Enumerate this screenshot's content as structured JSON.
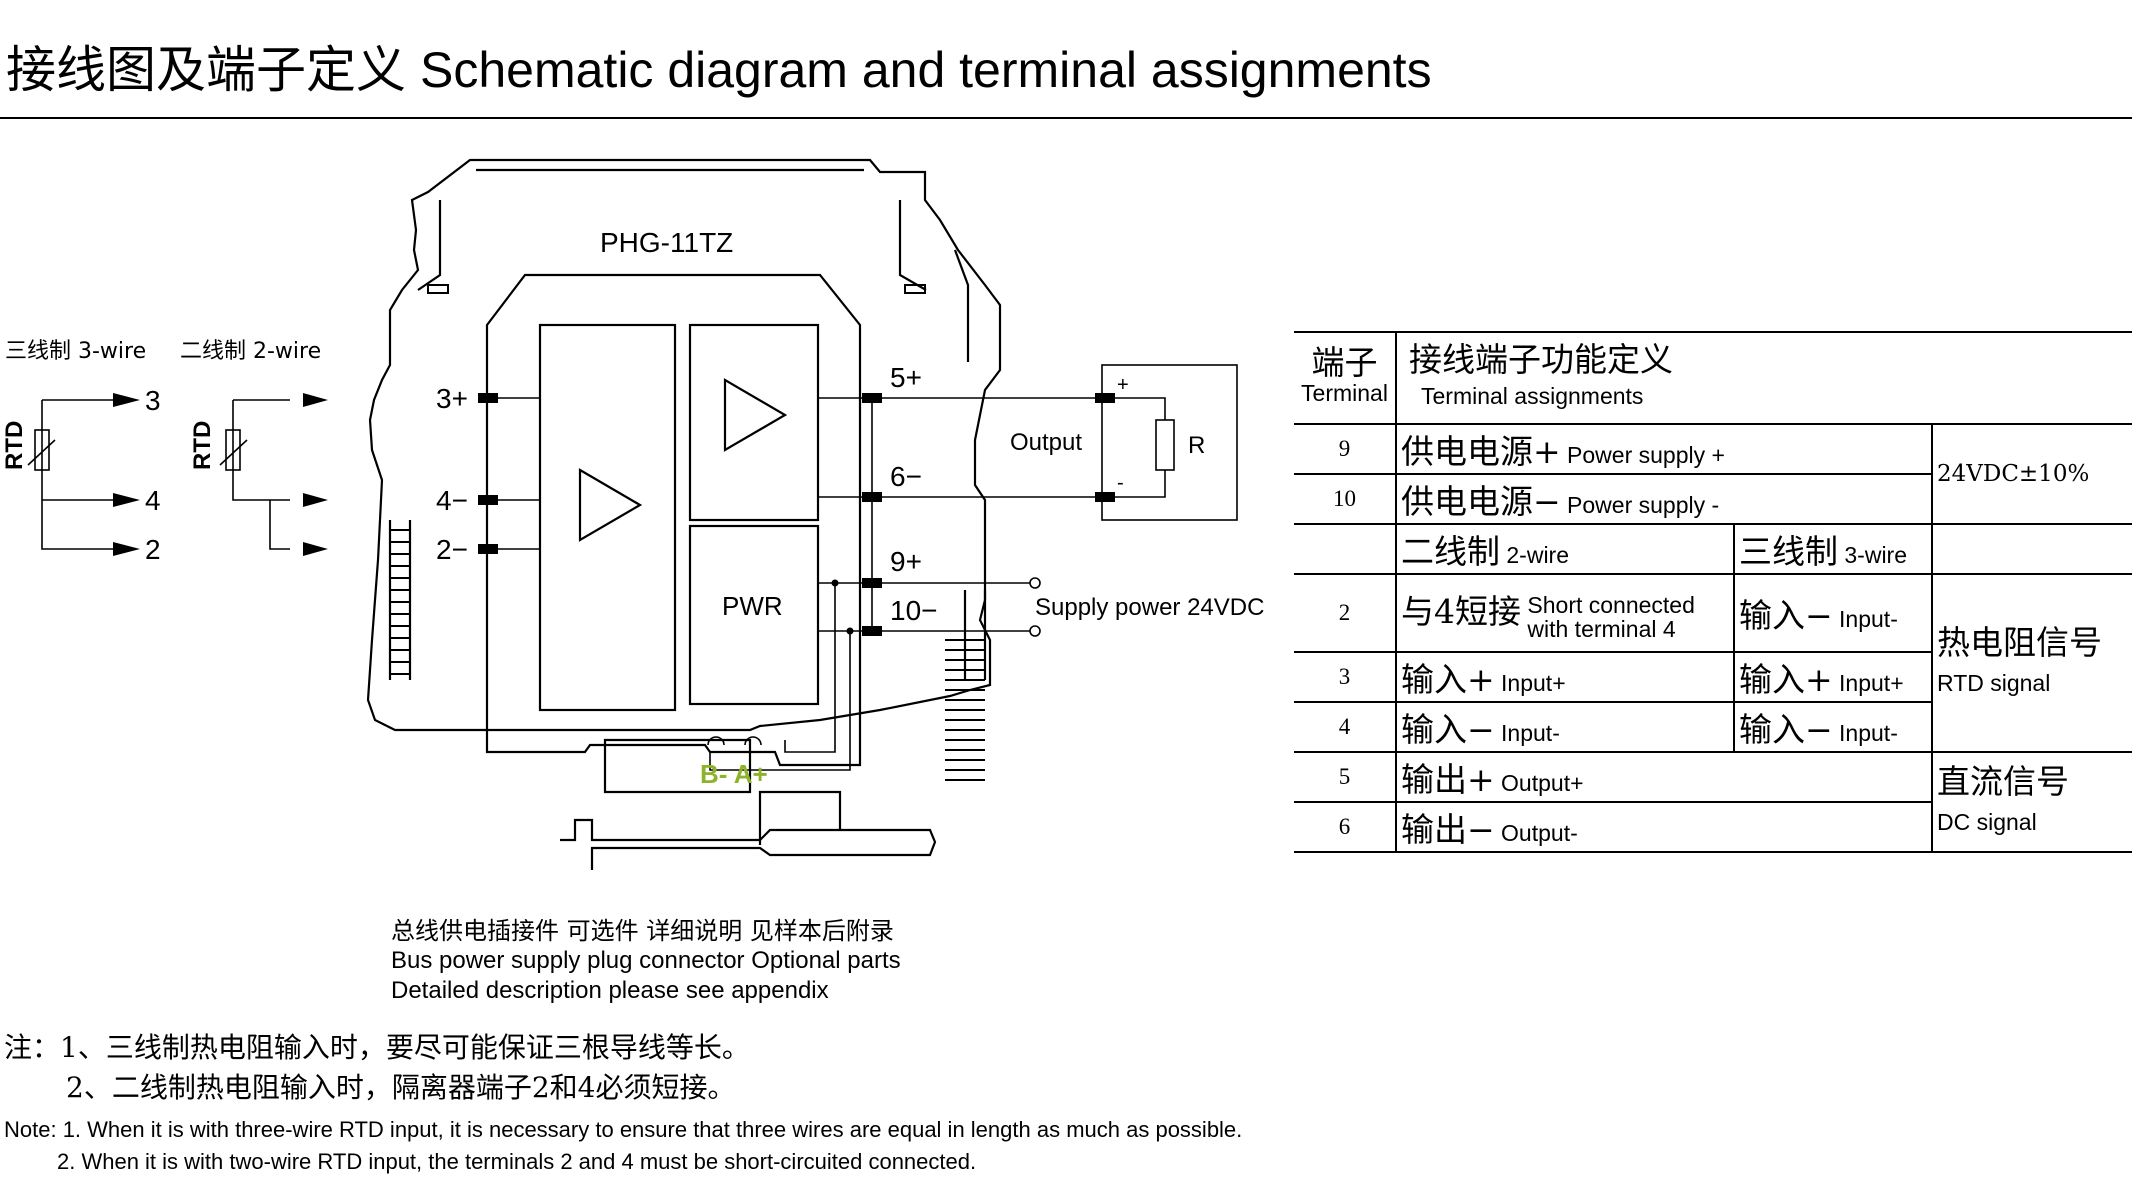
{
  "title": {
    "cn": "接线图及端子定义",
    "en": "Schematic diagram and terminal assignments"
  },
  "diagram": {
    "model": "PHG-11TZ",
    "three_wire_label": "三线制 3-wire",
    "two_wire_label": "二线制 2-wire",
    "rtd_label": "RTD",
    "left_terminals": [
      "3",
      "4",
      "2"
    ],
    "module_inputs": [
      "3+",
      "4−",
      "2−"
    ],
    "module_outputs": [
      "5+",
      "6−",
      "9+",
      "10−"
    ],
    "pwr_label": "PWR",
    "output_label": "Output",
    "load_label": "R",
    "plus": "+",
    "minus": "-",
    "supply_label": "Supply power 24VDC",
    "bus_pins": "B- A+",
    "bus_pin_color": "#8db32a"
  },
  "bus_note": {
    "cn": "总线供电插接件  可选件  详细说明  见样本后附录",
    "en1": "Bus power supply plug connector  Optional parts",
    "en2": "Detailed description please see appendix"
  },
  "table": {
    "header": {
      "cn1": "端子",
      "en1": "Terminal",
      "cn2": "接线端子功能定义",
      "en2": "Terminal assignments"
    },
    "rows": [
      {
        "num": "9",
        "cn": "供电电源+",
        "en": "Power supply +"
      },
      {
        "num": "10",
        "cn": "供电电源−",
        "en": "Power supply  -"
      }
    ],
    "supply_value": "24VDC±10%",
    "two_wire": {
      "cn": "二线制",
      "en": "2-wire"
    },
    "three_wire": {
      "cn": "三线制",
      "en": "3-wire"
    },
    "t2": {
      "num": "2",
      "cn": "与4短接",
      "en1": "Short connected",
      "en2": "with terminal 4",
      "cn3": "输入−",
      "en3": "Input-"
    },
    "t3": {
      "num": "3",
      "cn": "输入+",
      "en": "Input+",
      "cn3": "输入+",
      "en3": "Input+"
    },
    "t4": {
      "num": "4",
      "cn": "输入−",
      "en": "Input-",
      "cn3": "输入−",
      "en3": "Input-"
    },
    "rtd_signal": {
      "cn": "热电阻信号",
      "en": "RTD signal"
    },
    "t5": {
      "num": "5",
      "cn": "输出+",
      "en": "Output+"
    },
    "t6": {
      "num": "6",
      "cn": "输出−",
      "en": "Output-"
    },
    "dc_signal": {
      "cn": "直流信号",
      "en": "DC signal"
    }
  },
  "notes": {
    "cn1": "注：1、三线制热电阻输入时，要尽可能保证三根导线等长。",
    "cn2": "2、二线制热电阻输入时，隔离器端子2和4必须短接。",
    "en1": "Note: 1. When it is with three-wire RTD input, it is necessary to ensure that three wires are equal in length as much as possible.",
    "en2": "2. When it is with two-wire RTD input, the terminals 2 and 4 must be short-circuited connected."
  }
}
